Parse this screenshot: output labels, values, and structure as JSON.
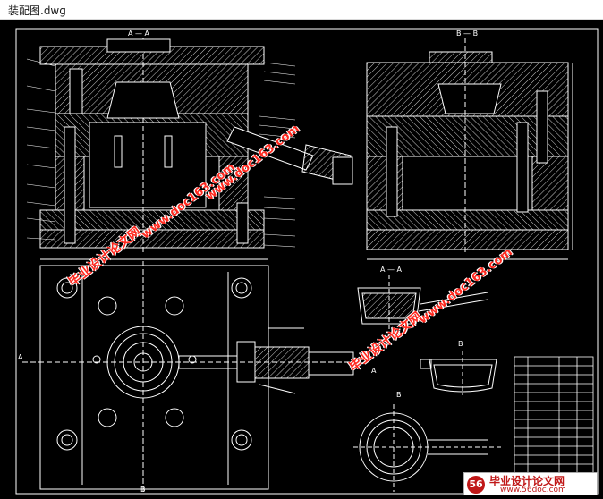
{
  "window": {
    "title": "装配图.dwg"
  },
  "sections": {
    "main_view": "A — A",
    "side_view": "B — B",
    "detail_view": "A — A",
    "label_a": "A",
    "label_b": "B"
  },
  "watermarks": {
    "cn_text": "毕业设计论文网",
    "url_text": "www.doc163.com"
  },
  "logo": {
    "badge": "56",
    "name": "毕业设计论文网",
    "url": "www.56doc.com"
  },
  "colors": {
    "background": "#000000",
    "lines": "#ffffff",
    "watermark": "#ff2a20"
  }
}
